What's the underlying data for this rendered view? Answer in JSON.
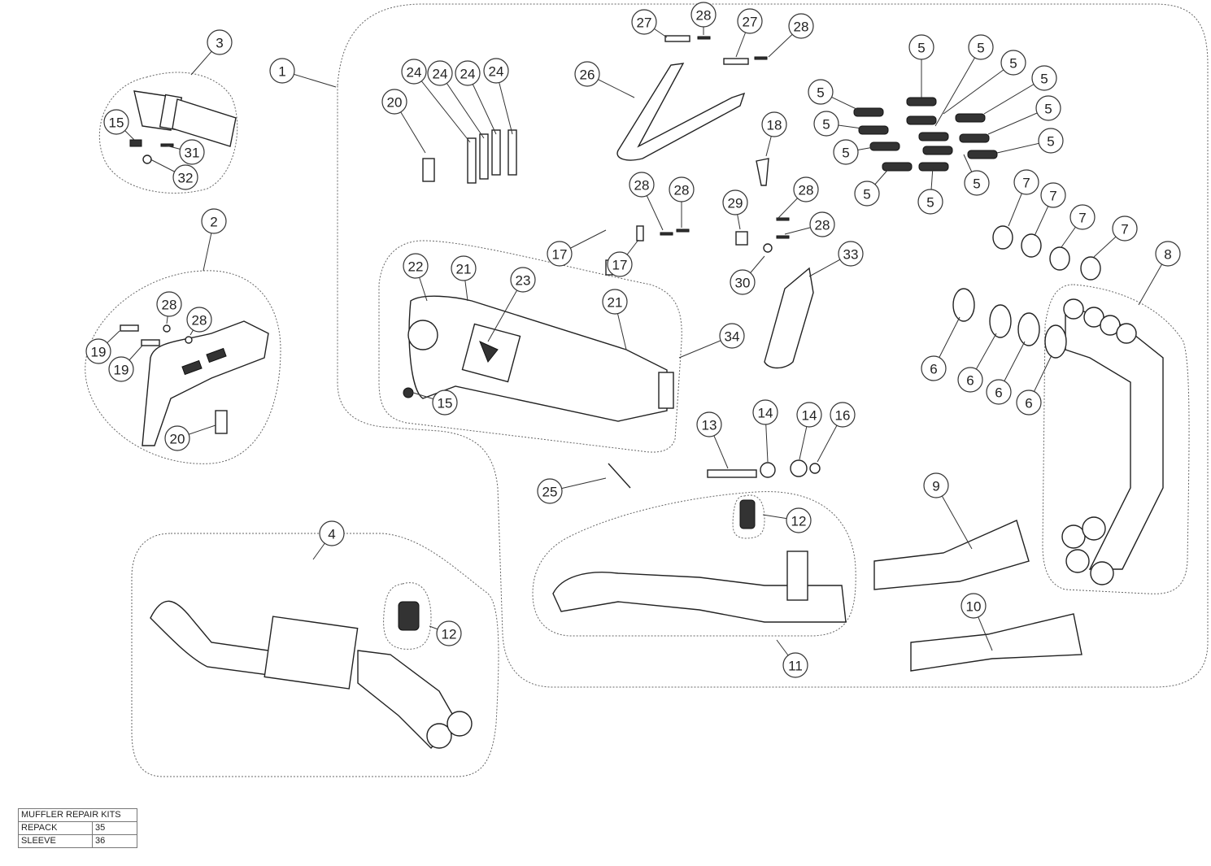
{
  "diagram": {
    "type": "exploded parts diagram",
    "subject": "motorcycle exhaust system",
    "callouts": [
      {
        "id": "c1",
        "label": "1"
      },
      {
        "id": "c2",
        "label": "2"
      },
      {
        "id": "c3",
        "label": "3"
      },
      {
        "id": "c4",
        "label": "4"
      },
      {
        "id": "c5a",
        "label": "5"
      },
      {
        "id": "c5b",
        "label": "5"
      },
      {
        "id": "c5c",
        "label": "5"
      },
      {
        "id": "c5d",
        "label": "5"
      },
      {
        "id": "c5e",
        "label": "5"
      },
      {
        "id": "c5f",
        "label": "5"
      },
      {
        "id": "c5g",
        "label": "5"
      },
      {
        "id": "c5h",
        "label": "5"
      },
      {
        "id": "c5i",
        "label": "5"
      },
      {
        "id": "c5j",
        "label": "5"
      },
      {
        "id": "c5k",
        "label": "5"
      },
      {
        "id": "c5l",
        "label": "5"
      },
      {
        "id": "c6a",
        "label": "6"
      },
      {
        "id": "c6b",
        "label": "6"
      },
      {
        "id": "c6c",
        "label": "6"
      },
      {
        "id": "c6d",
        "label": "6"
      },
      {
        "id": "c7a",
        "label": "7"
      },
      {
        "id": "c7b",
        "label": "7"
      },
      {
        "id": "c7c",
        "label": "7"
      },
      {
        "id": "c7d",
        "label": "7"
      },
      {
        "id": "c8",
        "label": "8"
      },
      {
        "id": "c9",
        "label": "9"
      },
      {
        "id": "c10",
        "label": "10"
      },
      {
        "id": "c11",
        "label": "11"
      },
      {
        "id": "c12a",
        "label": "12"
      },
      {
        "id": "c12b",
        "label": "12"
      },
      {
        "id": "c13",
        "label": "13"
      },
      {
        "id": "c14a",
        "label": "14"
      },
      {
        "id": "c14b",
        "label": "14"
      },
      {
        "id": "c15a",
        "label": "15"
      },
      {
        "id": "c15b",
        "label": "15"
      },
      {
        "id": "c16",
        "label": "16"
      },
      {
        "id": "c17a",
        "label": "17"
      },
      {
        "id": "c17b",
        "label": "17"
      },
      {
        "id": "c18",
        "label": "18"
      },
      {
        "id": "c19a",
        "label": "19"
      },
      {
        "id": "c19b",
        "label": "19"
      },
      {
        "id": "c20a",
        "label": "20"
      },
      {
        "id": "c20b",
        "label": "20"
      },
      {
        "id": "c21a",
        "label": "21"
      },
      {
        "id": "c21b",
        "label": "21"
      },
      {
        "id": "c22",
        "label": "22"
      },
      {
        "id": "c23",
        "label": "23"
      },
      {
        "id": "c24a",
        "label": "24"
      },
      {
        "id": "c24b",
        "label": "24"
      },
      {
        "id": "c24c",
        "label": "24"
      },
      {
        "id": "c24d",
        "label": "24"
      },
      {
        "id": "c25",
        "label": "25"
      },
      {
        "id": "c26",
        "label": "26"
      },
      {
        "id": "c27a",
        "label": "27"
      },
      {
        "id": "c27b",
        "label": "27"
      },
      {
        "id": "c28a",
        "label": "28"
      },
      {
        "id": "c28b",
        "label": "28"
      },
      {
        "id": "c28c",
        "label": "28"
      },
      {
        "id": "c28d",
        "label": "28"
      },
      {
        "id": "c28e",
        "label": "28"
      },
      {
        "id": "c28f",
        "label": "28"
      },
      {
        "id": "c28g",
        "label": "28"
      },
      {
        "id": "c28h",
        "label": "28"
      },
      {
        "id": "c29",
        "label": "29"
      },
      {
        "id": "c30",
        "label": "30"
      },
      {
        "id": "c31",
        "label": "31"
      },
      {
        "id": "c32",
        "label": "32"
      },
      {
        "id": "c33",
        "label": "33"
      },
      {
        "id": "c34",
        "label": "34"
      }
    ]
  },
  "repair_kits": {
    "title": "MUFFLER REPAIR KITS",
    "rows": [
      {
        "name": "REPACK",
        "number": "35"
      },
      {
        "name": "SLEEVE",
        "number": "36"
      }
    ]
  }
}
